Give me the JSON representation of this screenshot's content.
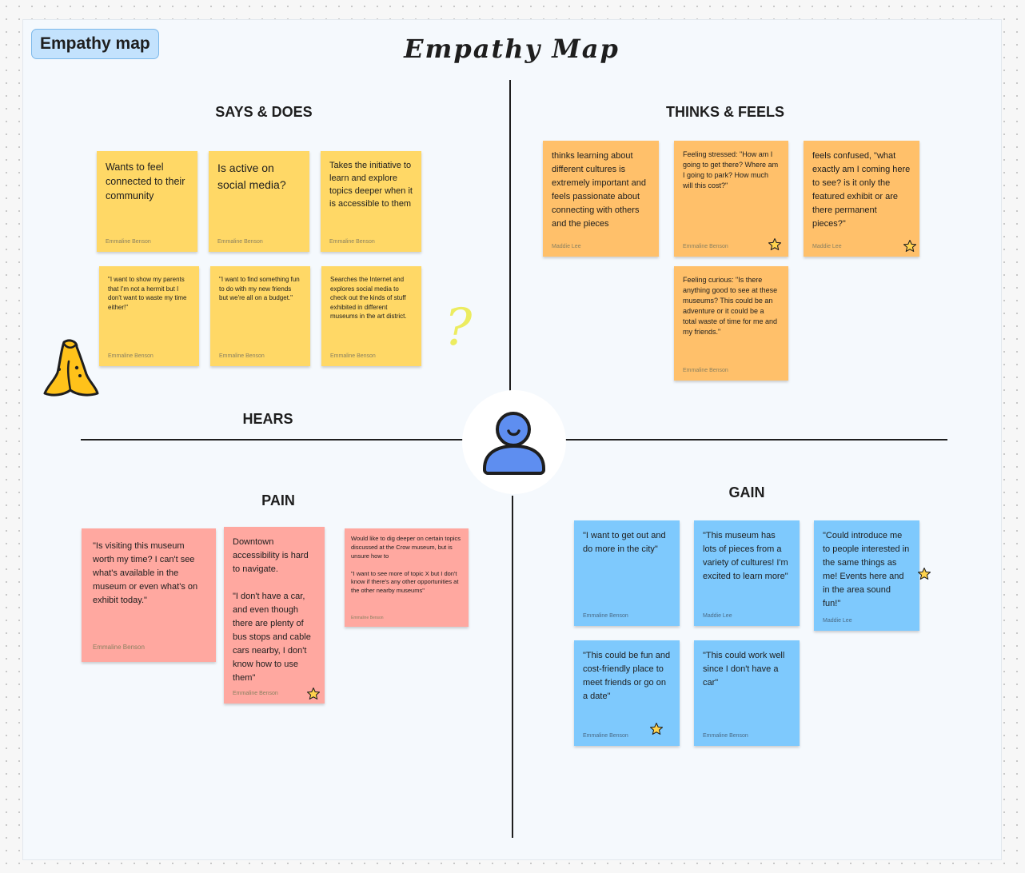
{
  "board": {
    "frame_label": "Empathy map",
    "title": "Empathy Map"
  },
  "headings": {
    "says_does": "SAYS & DOES",
    "thinks_feels": "THINKS & FEELS",
    "hears": "HEARS",
    "pain": "PAIN",
    "gain": "GAIN"
  },
  "decorations": {
    "question_mark": "?",
    "sticker": "banana-peel-icon",
    "center_icon": "user-icon"
  },
  "colors": {
    "yellow_note": "#ffd866",
    "orange_note": "#ffc06a",
    "red_note": "#ffa8a0",
    "blue_note": "#7ec9fd",
    "frame_label_bg": "#c3e2fd"
  },
  "notes": {
    "says_does": [
      {
        "text": "Wants to feel connected to their community",
        "author": "Emmaline Benson"
      },
      {
        "text": "Is active on social media?",
        "author": "Emmaline Benson"
      },
      {
        "text": "Takes the initiative to learn and explore topics deeper when it is accessible to them",
        "author": "Emmaline Benson"
      },
      {
        "text": "\"I want to show my parents that I'm not a hermit but I don't want to waste my time either!\"",
        "author": "Emmaline Benson"
      },
      {
        "text": "\"I want to find something fun to do with my new friends but we're all on a budget.\"",
        "author": "Emmaline Benson"
      },
      {
        "text": "Searches the Internet and explores social media to check out the kinds of stuff exhibited in different museums in the art district.",
        "author": "Emmaline Benson"
      }
    ],
    "thinks_feels": [
      {
        "text": "thinks learning about different cultures is extremely important and feels passionate about connecting with others and the pieces",
        "author": "Maddie Lee"
      },
      {
        "text": "Feeling stressed: \"How am I going to get there? Where am I going to park? How much will this cost?\"",
        "author": "Emmaline Benson"
      },
      {
        "text": "feels confused, \"what exactly am I coming here to see? is it only the featured exhibit or are there permanent pieces?\"",
        "author": "Maddie Lee"
      },
      {
        "text": "Feeling curious: \"Is there anything good to see at these museums? This could be an adventure or it could be a total waste of time for me and my friends.\"",
        "author": "Emmaline Benson"
      }
    ],
    "pain": [
      {
        "text": "\"Is visiting this museum worth my time? I can't see what's available in the museum or even what's on exhibit today.\"",
        "author": "Emmaline Benson"
      },
      {
        "text": "Downtown accessibility is hard to navigate.\n\n\"I don't have a car, and even though there are plenty of bus stops and cable cars nearby, I don't know how to use them\"",
        "author": "Emmaline Benson"
      },
      {
        "text": "Would like to dig deeper on certain topics discussed at the Crow museum, but is unsure how to\n\n\"I want to see more of topic X but I don't know if there's any other opportunities at the other nearby museums\"",
        "author": "Emmaline Benson"
      }
    ],
    "gain": [
      {
        "text": "\"I want to get out and do more in the city\"",
        "author": "Emmaline Benson"
      },
      {
        "text": "\"This museum has lots of pieces from a variety of cultures! I'm excited to learn more\"",
        "author": "Maddie Lee"
      },
      {
        "text": "\"Could introduce me to people interested in the same things as me! Events here and in the area sound fun!\"",
        "author": "Maddie Lee"
      },
      {
        "text": "\"This could be fun and cost-friendly place to meet friends or go on a date\"",
        "author": "Emmaline Benson"
      },
      {
        "text": "\"This could work well since I don't have a car\"",
        "author": "Emmaline Benson"
      }
    ]
  }
}
